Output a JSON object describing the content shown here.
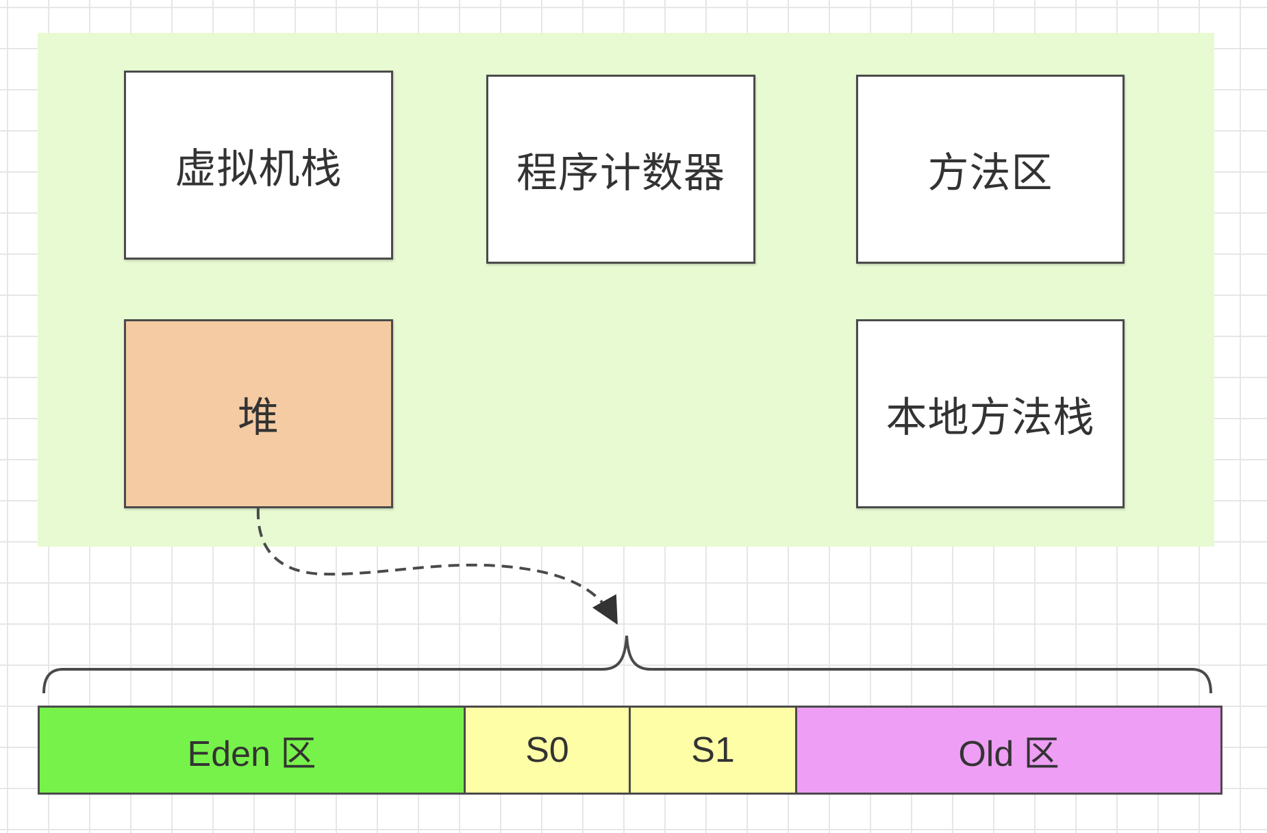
{
  "colors": {
    "jvm_area": "#e7fad2",
    "heap": "#f5cba3",
    "eden": "#77f24a",
    "survivor": "#fefea6",
    "old": "#ee9ef5",
    "box": "#ffffff",
    "stroke": "#4a4a4a"
  },
  "runtime_areas": {
    "vm_stack": "虚拟机栈",
    "program_counter": "程序计数器",
    "method_area": "方法区",
    "heap": "堆",
    "native_method_stack": "本地方法栈"
  },
  "heap_generations": {
    "eden": "Eden 区",
    "s0": "S0",
    "s1": "S1",
    "old": "Old 区"
  }
}
